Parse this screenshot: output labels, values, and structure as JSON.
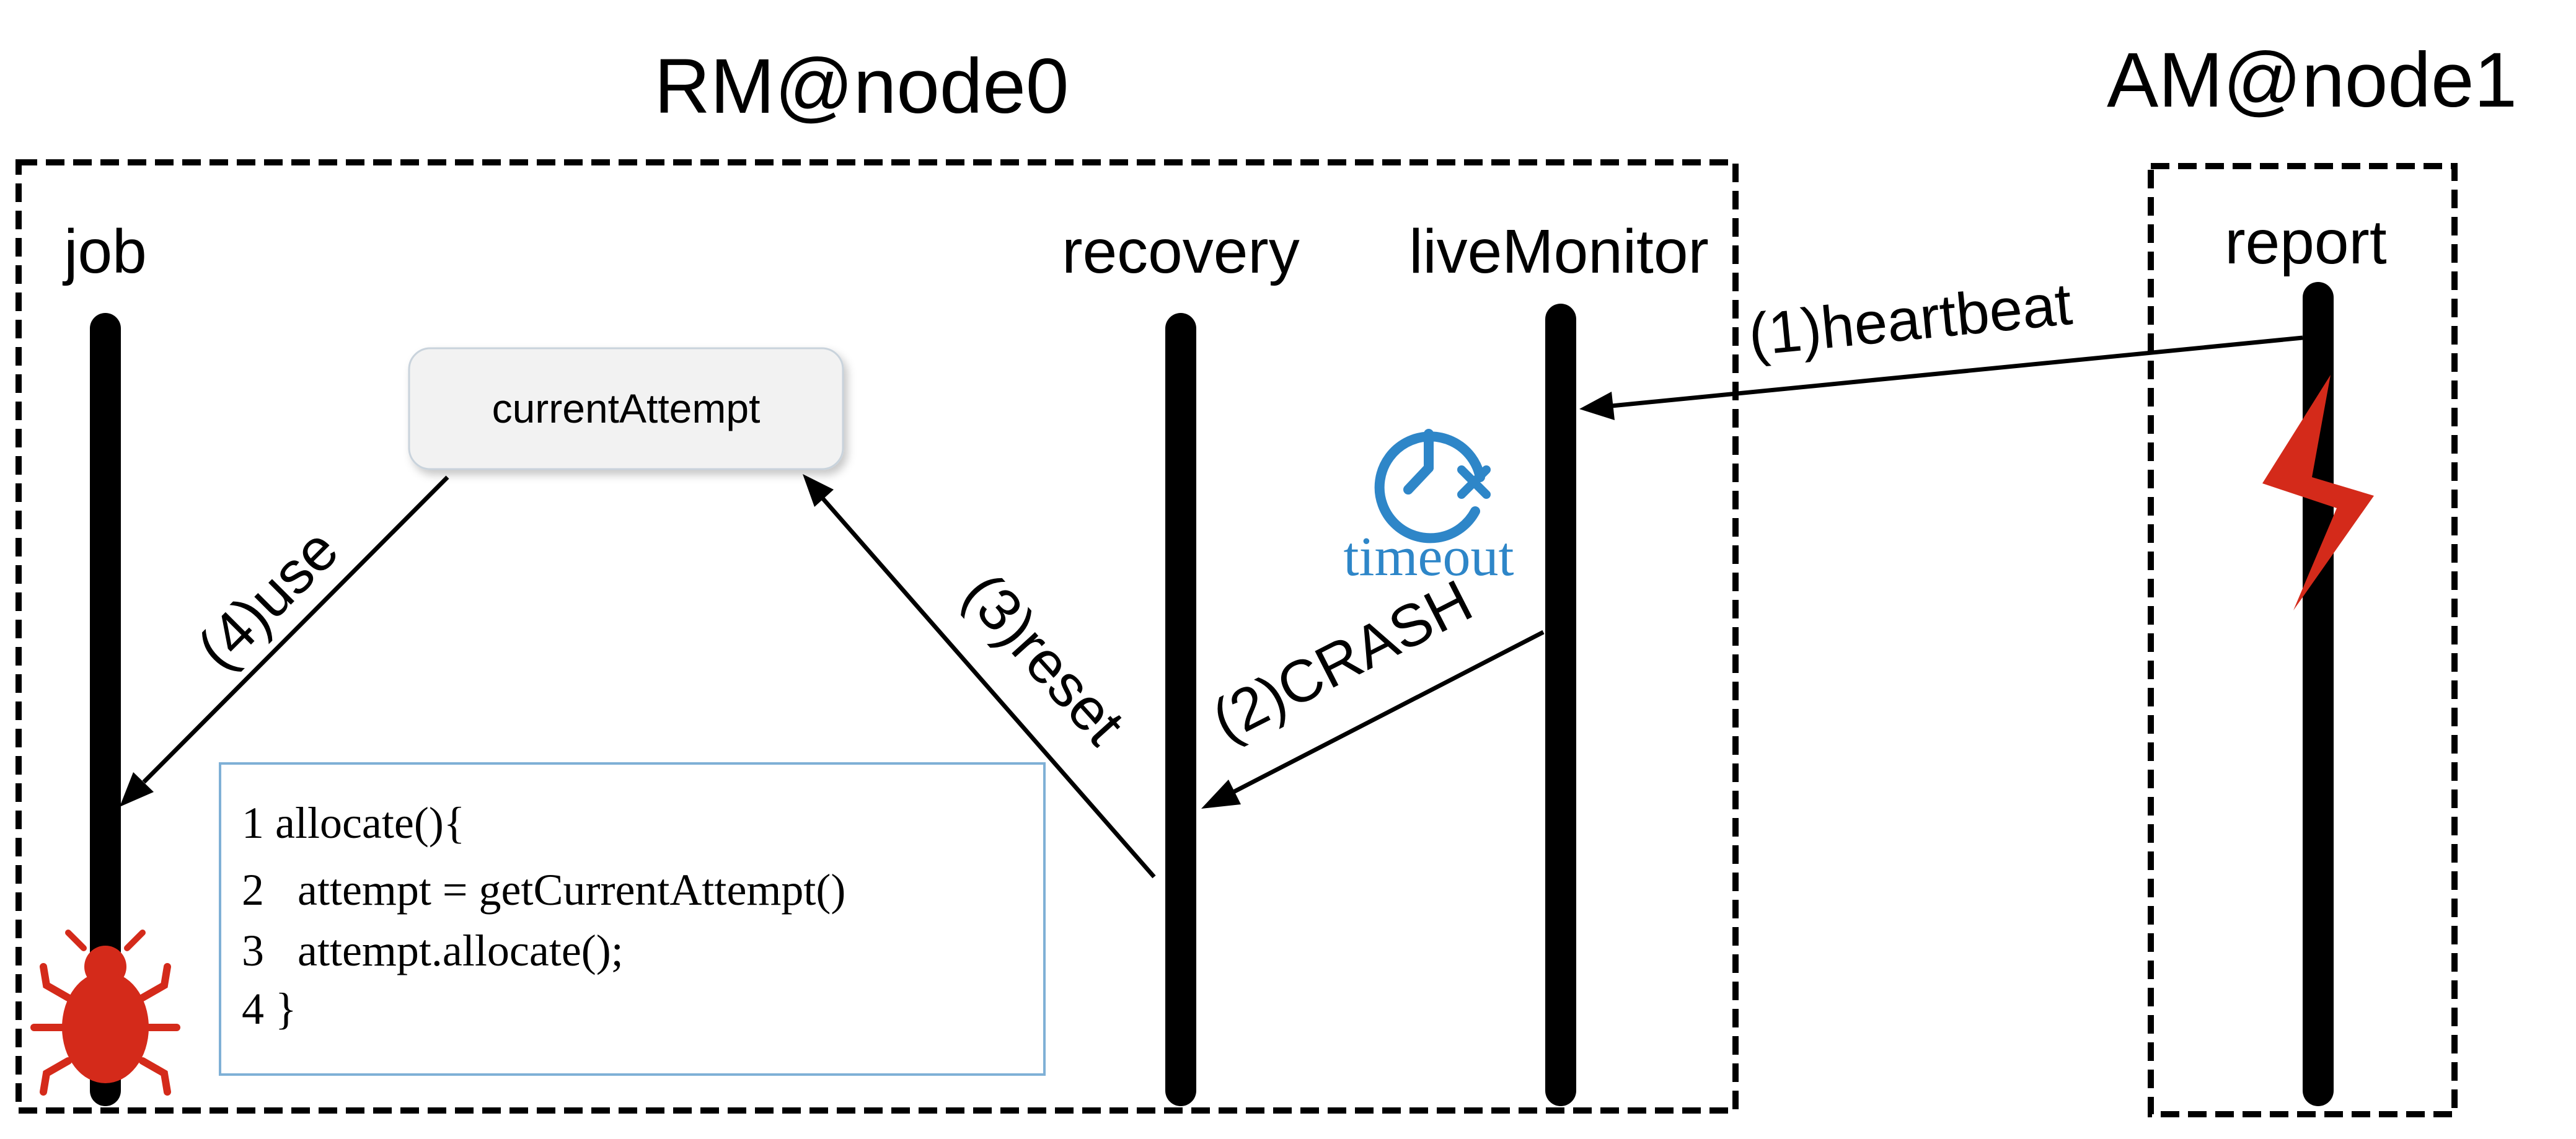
{
  "nodes": {
    "rm_title": "RM@node0",
    "am_title": "AM@node1"
  },
  "lifelines": {
    "job": "job",
    "recovery": "recovery",
    "live_monitor": "liveMonitor",
    "report": "report"
  },
  "state_box": {
    "label": "currentAttempt"
  },
  "messages": {
    "heartbeat": "(1)heartbeat",
    "crash": "(2)CRASH",
    "reset": "(3)reset",
    "use": "(4)use"
  },
  "timeout": {
    "label": "timeout",
    "icon": "clock-timeout-icon",
    "color": "#2E86C8"
  },
  "code": {
    "lines": [
      "1 allocate(){",
      "2   attempt = getCurrentAttempt()",
      "3   attempt.allocate();",
      "4 }"
    ]
  },
  "markers": {
    "bug_icon": "bug-icon",
    "crash_icon": "lightning-crash-icon",
    "color": "#D42A1A"
  }
}
